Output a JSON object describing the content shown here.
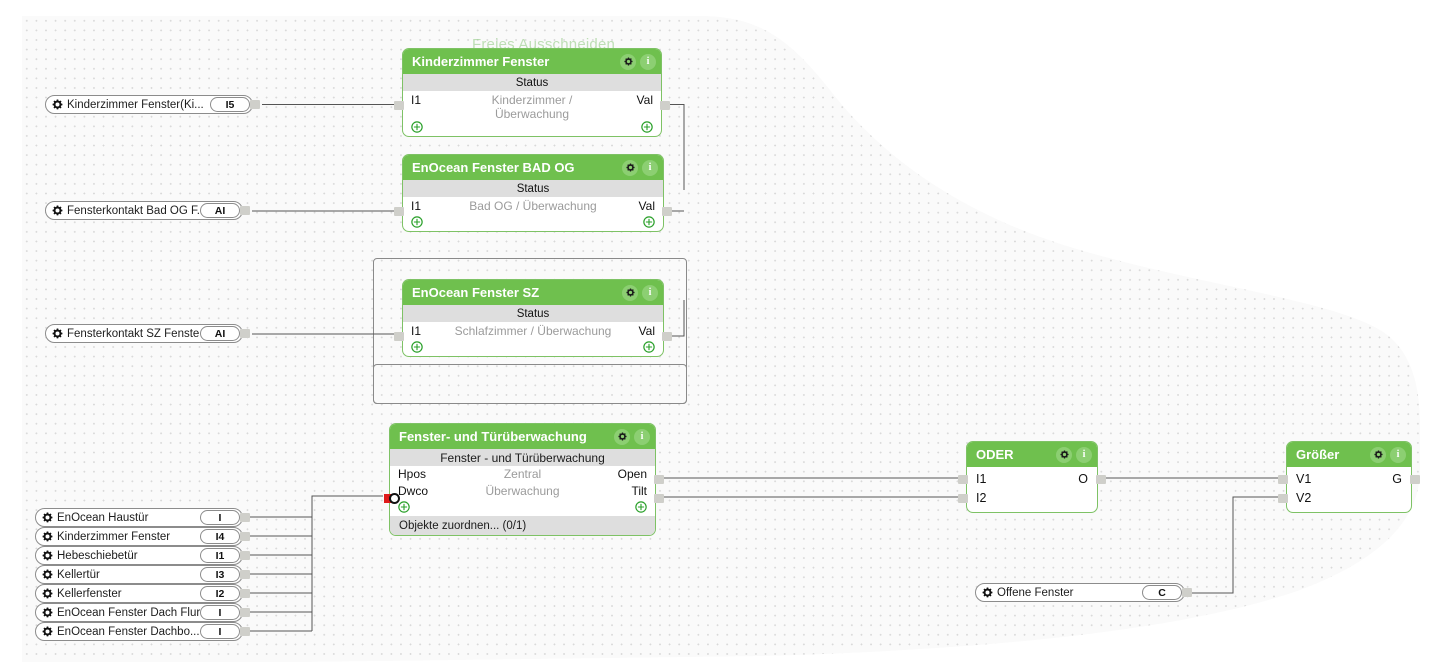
{
  "watermark": "Freies Ausschneiden",
  "colors": {
    "node_header": "#6fc04e",
    "node_border": "#7ec265",
    "status_bar": "#dedede",
    "canvas": "#fafafa",
    "grid_dot": "#d9d9d9",
    "connector": "#cfcfca",
    "connector_red": "#e01b1b",
    "wire": "#555555",
    "muted_text": "#9b9b9b"
  },
  "icons": {
    "gear": "gear-icon",
    "info": "info-icon",
    "plus": "plus-circle-icon"
  },
  "object_pills": [
    {
      "id": "kinderzimmer-fenster-ki",
      "label": "Kinderzimmer  Fenster(Ki...",
      "badge": "I5"
    },
    {
      "id": "fensterkontakt-bad-og-f",
      "label": "Fensterkontakt  Bad  OG  F...",
      "badge": "AI"
    },
    {
      "id": "fensterkontakt-sz-fenster",
      "label": "Fensterkontakt SZ Fenster",
      "badge": "AI"
    }
  ],
  "object_list": [
    {
      "id": "enocean-haustuer",
      "label": "EnOcean Haustür",
      "badge": "I"
    },
    {
      "id": "kinderzimmer-fenster",
      "label": "Kinderzimmer Fenster",
      "badge": "I4"
    },
    {
      "id": "hebeschiebetuer",
      "label": "Hebeschiebetür",
      "badge": "I1"
    },
    {
      "id": "kellertuer",
      "label": "Kellertür",
      "badge": "I3"
    },
    {
      "id": "kellerfenster",
      "label": "Kellerfenster",
      "badge": "I2"
    },
    {
      "id": "enocean-fenster-dach-flur",
      "label": "EnOcean Fenster Dach Flur",
      "badge": "I"
    },
    {
      "id": "enocean-fenster-dachbo",
      "label": "EnOcean  Fenster  Dachbo...",
      "badge": "I"
    }
  ],
  "output_pill": {
    "id": "offene-fenster",
    "label": "Offene Fenster",
    "badge": "C"
  },
  "nodes": {
    "kinderzimmer_fenster": {
      "title": "Kinderzimmer Fenster",
      "status_label": "Status",
      "center_text": "Kinderzimmer / Überwachung",
      "input": "I1",
      "output": "Val"
    },
    "enocean_fenster_bad_og": {
      "title": "EnOcean Fenster BAD OG",
      "status_label": "Status",
      "center_text": "Bad OG / Überwachung",
      "input": "I1",
      "output": "Val"
    },
    "enocean_fenster_sz": {
      "title": "EnOcean Fenster SZ",
      "status_label": "Status",
      "center_text": "Schlafzimmer / Überwachung",
      "input": "I1",
      "output": "Val"
    },
    "fenster_tuerueberwachung": {
      "title": "Fenster- und Türüberwachung",
      "subtitle": "Fenster - und Türüberwachung",
      "input_1": "Hpos",
      "input_2": "Dwco",
      "output_1": "Open",
      "output_2": "Tilt",
      "center_line_1": "Zentral",
      "center_line_2": "Überwachung",
      "footer": "Objekte zuordnen... (0/1)"
    },
    "oder": {
      "title": "ODER",
      "input_1": "I1",
      "input_2": "I2",
      "output_1": "O"
    },
    "groesser": {
      "title": "Größer",
      "input_1": "V1",
      "input_2": "V2",
      "output_1": "G"
    }
  }
}
